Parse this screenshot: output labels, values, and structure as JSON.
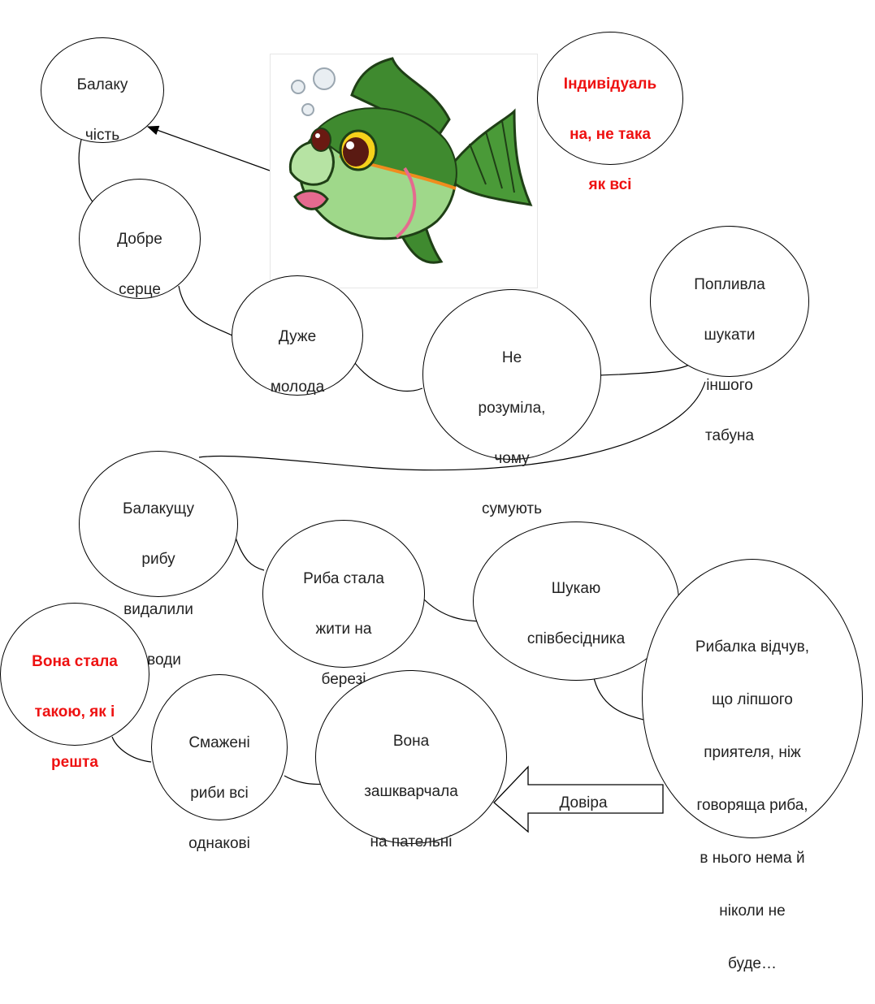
{
  "diagram": {
    "nodes": [
      {
        "id": "balakuchist",
        "lines": [
          "Балаку",
          "чість"
        ]
      },
      {
        "id": "individualna",
        "lines": [
          "Індивідуаль",
          "на, не така",
          "як всі"
        ],
        "color": "#ee1111"
      },
      {
        "id": "dobre-sertse",
        "lines": [
          "Добре",
          "серце"
        ]
      },
      {
        "id": "duzhe-moloda",
        "lines": [
          "Дуже",
          "молода"
        ]
      },
      {
        "id": "ne-rozumila",
        "lines": [
          "Не",
          "розуміла,",
          "чому",
          "сумують"
        ]
      },
      {
        "id": "poplyvla",
        "lines": [
          "Попливла",
          "шукати",
          "іншого",
          "табуна"
        ]
      },
      {
        "id": "vydalyly",
        "lines": [
          "Балакущу",
          "рибу",
          "видалили",
          "з води"
        ]
      },
      {
        "id": "na-berezi",
        "lines": [
          "Риба стала",
          "жити на",
          "березі"
        ]
      },
      {
        "id": "shukayu",
        "lines": [
          "Шукаю",
          "співбесідника"
        ]
      },
      {
        "id": "rybalka",
        "lines": [
          "Рибалка відчув,",
          "що ліпшого",
          "приятеля, ніж",
          "говоряща риба,",
          "в нього нема й",
          "ніколи не",
          "буде…"
        ]
      },
      {
        "id": "vona-stala",
        "lines": [
          "Вона стала",
          "такою, як і",
          "решта"
        ],
        "color": "#ee1111"
      },
      {
        "id": "smazheni",
        "lines": [
          "Смажені",
          "риби всі",
          "однакові"
        ]
      },
      {
        "id": "zashkvarchala",
        "lines": [
          "Вона",
          "зашкварчала",
          "на пательні"
        ]
      }
    ],
    "arrow_label": "Довіра"
  }
}
